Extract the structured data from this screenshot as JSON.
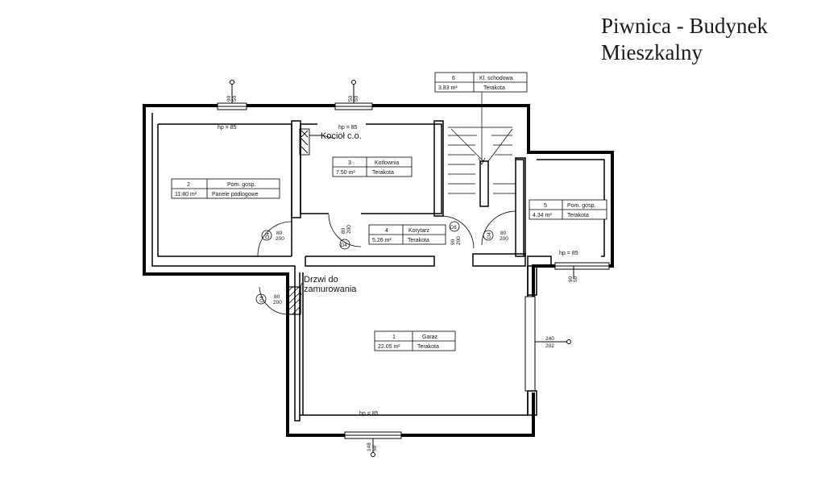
{
  "title": {
    "line1": "Piwnica - Budynek",
    "line2": "Mieszkalny"
  },
  "rooms": [
    {
      "no": "1",
      "name": "Garaz",
      "area": "22.05 m²",
      "finish": "Terakota"
    },
    {
      "no": "2",
      "name": "Pom. gosp.",
      "area": "11.80 m²",
      "finish": "Panele podlogowe"
    },
    {
      "no": "3",
      "name": "Kotlownia",
      "area": "7.50 m²",
      "finish": "Terakota"
    },
    {
      "no": "4",
      "name": "Korytarz",
      "area": "5.26 m²",
      "finish": "Terakota"
    },
    {
      "no": "5",
      "name": "Pom. gosp.",
      "area": "4.34 m²",
      "finish": "Terakota"
    },
    {
      "no": "6",
      "name": "Kl. schodowa",
      "area": "3.83 m²",
      "finish": "Terakota"
    }
  ],
  "labels": {
    "boiler": "Kocioł c.o.",
    "bricked_door_1": "Drzwi do",
    "bricked_door_2": "zamurowania",
    "hp_1": "hp = 85",
    "hp_2": "hp = 85",
    "hp_3": "hp = 85",
    "hp_4": "hp = 85"
  },
  "doors": [
    {
      "tag": "D4",
      "w": "80",
      "h": "200"
    },
    {
      "tag": "D4",
      "w": "80",
      "h": "200"
    },
    {
      "tag": "D6",
      "w": "90",
      "h": "200"
    },
    {
      "tag": "D4",
      "w": "80",
      "h": "200"
    },
    {
      "tag": "D4",
      "w": "80",
      "h": "200"
    }
  ],
  "windows": [
    {
      "w": "90",
      "h": "50"
    },
    {
      "w": "50",
      "h": "50"
    },
    {
      "w": "90",
      "h": "50"
    },
    {
      "w": "240",
      "h": "202"
    },
    {
      "w": "148",
      "h": "50"
    }
  ]
}
